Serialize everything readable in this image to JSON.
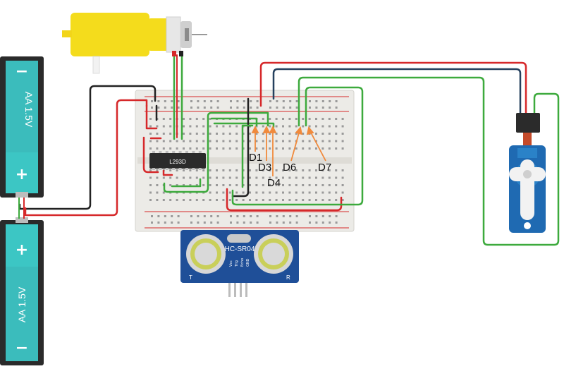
{
  "battery_top": {
    "label": "AA 1.5V",
    "minus": "−",
    "plus": "+"
  },
  "battery_bottom": {
    "label": "AA 1.5V",
    "minus": "−",
    "plus": "+"
  },
  "chip": {
    "label": "L293D"
  },
  "sensor": {
    "label": "HC-SR04",
    "pins": [
      "Vcc",
      "Trig",
      "Echo",
      "GND"
    ],
    "left_mark": "T",
    "right_mark": "R"
  },
  "annotations": [
    "D1",
    "D3",
    "D4",
    "D6",
    "D7"
  ],
  "colors": {
    "wire_red": "#d6282a",
    "wire_green": "#3daa3d",
    "wire_black": "#222222",
    "wire_navy": "#25405e",
    "arrow": "#f08a3c",
    "battery_teal": "#3bbcbc",
    "battery_dark": "#2a2a2a",
    "motor_yellow": "#f4dc1c",
    "sensor_blue": "#1f4f98",
    "servo_blue": "#1f6ab2",
    "breadboard": "#ecebe7"
  },
  "icons": {
    "motor": "dc-gear-motor",
    "servo": "micro-servo"
  }
}
